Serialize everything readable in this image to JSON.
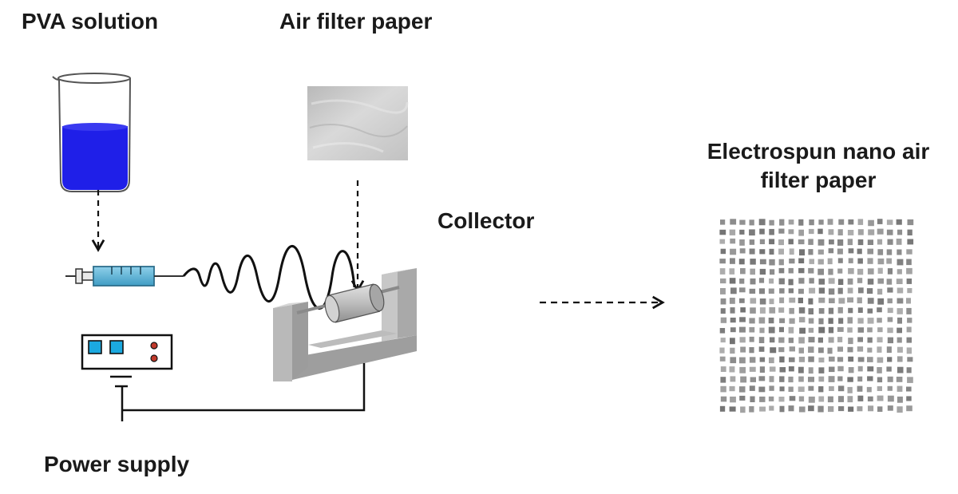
{
  "labels": {
    "pva_solution": "PVA solution",
    "air_filter_paper": "Air filter paper",
    "collector": "Collector",
    "power_supply": "Power supply",
    "product": "Electrospun nano air filter paper"
  },
  "colors": {
    "solution": "#1f1fe8",
    "syringe": "#5ab4d6",
    "power_button": "#1ba9e0",
    "indicator": "#c0392b",
    "collector_frame": "#b8b8b8",
    "paper": "#cfcfcf",
    "mesh": "#8a8a8a",
    "arrow": "#111111"
  },
  "icons": [
    "beaker-icon",
    "syringe-icon",
    "filter-paper-swatch",
    "rotating-drum-collector",
    "power-supply-box",
    "nanofiber-mesh"
  ]
}
